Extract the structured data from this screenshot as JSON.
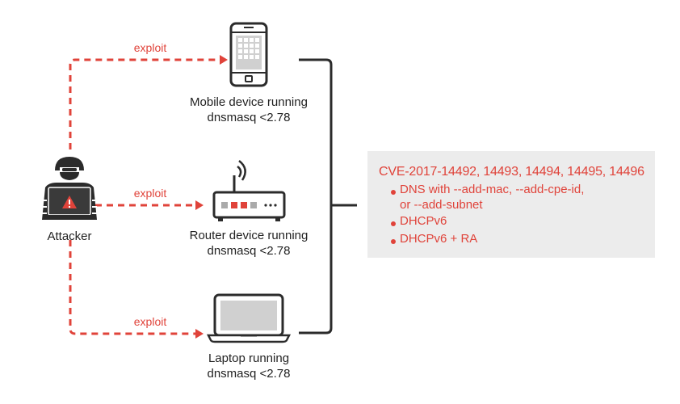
{
  "attacker": {
    "label": "Attacker"
  },
  "links": [
    {
      "label": "exploit"
    },
    {
      "label": "exploit"
    },
    {
      "label": "exploit"
    }
  ],
  "devices": [
    {
      "icon": "mobile-phone-icon",
      "line1": "Mobile device running",
      "line2": "dnsmasq <2.78"
    },
    {
      "icon": "router-icon",
      "line1": "Router device running",
      "line2": "dnsmasq <2.78"
    },
    {
      "icon": "laptop-icon",
      "line1": "Laptop running",
      "line2": "dnsmasq <2.78"
    }
  ],
  "vulnerabilities": {
    "title": "CVE-2017-14492, 14493, 14494, 14495, 14496",
    "items": [
      {
        "line1": "DNS with --add-mac, --add-cpe-id,",
        "line2": "or --add-subnet"
      },
      {
        "line1": "DHCPv6"
      },
      {
        "line1": "DHCPv6 + RA"
      }
    ]
  },
  "colors": {
    "accent": "#e0433a",
    "dark": "#2b2b2b",
    "panel": "#ececec"
  }
}
